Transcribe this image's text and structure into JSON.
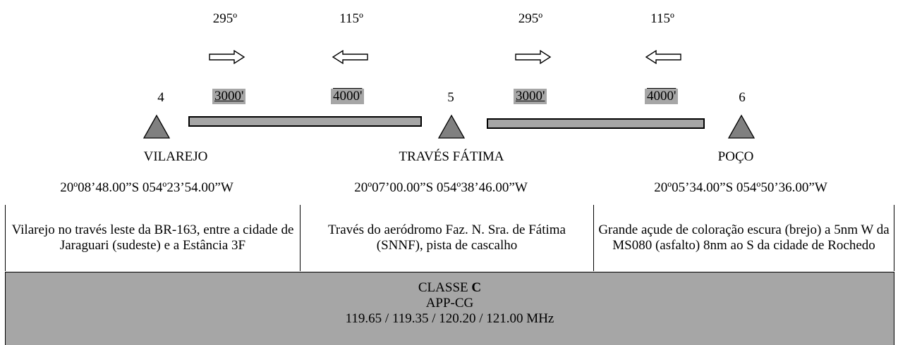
{
  "legs": [
    {
      "hdg_out": "295º",
      "hdg_in": "115º",
      "alt_out": "3000'",
      "alt_in": "4000'"
    },
    {
      "hdg_out": "295º",
      "hdg_in": "115º",
      "alt_out": "3000'",
      "alt_in": "4000'"
    }
  ],
  "points": [
    {
      "num": "4",
      "name": "VILAREJO",
      "coord": "20º08’48.00”S 054º23’54.00”W",
      "desc": "Vilarejo no través leste da BR-163, entre a cidade de Jaraguari (sudeste) e a Estância 3F"
    },
    {
      "num": "5",
      "name": "TRAVÉS FÁTIMA",
      "coord": "20º07’00.00”S 054º38’46.00”W",
      "desc": "Través do aeródromo Faz. N. Sra. de Fátima (SNNF), pista de cascalho"
    },
    {
      "num": "6",
      "name": "POÇO",
      "coord": "20º05’34.00”S 054º50’36.00”W",
      "desc": "Grande açude de coloração escura (brejo) a 5nm W da MS080 (asfalto) 8nm ao S da cidade de Rochedo"
    }
  ],
  "footer": {
    "class_prefix": "CLASSE ",
    "class_letter": "C",
    "unit": "APP-CG",
    "frequencies": "119.65 / 119.35 / 120.20 / 121.00 MHz"
  },
  "colors": {
    "highlight": "#a6a6a6",
    "marker": "#808080"
  }
}
